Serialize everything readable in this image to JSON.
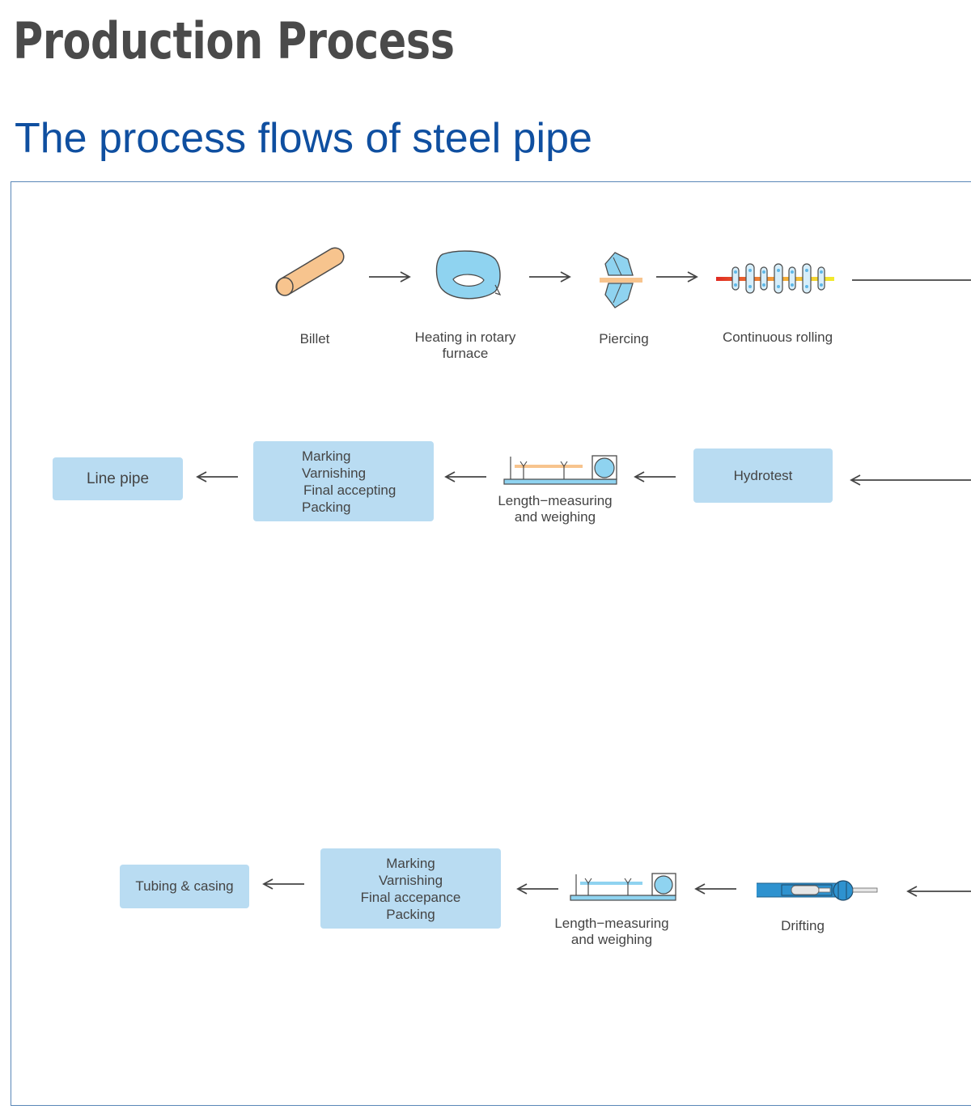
{
  "page": {
    "title": "Production Process",
    "subtitle": "The process flows of steel pipe"
  },
  "row1": {
    "billet": "Billet",
    "heating_line1": "Heating in rotary",
    "heating_line2": "furnace",
    "piercing": "Piercing",
    "continuous_rolling": "Continuous rolling"
  },
  "row2": {
    "hydrotest": "Hydrotest",
    "length_line1": "Length−measuring",
    "length_line2": "and weighing",
    "finishing": [
      "Marking",
      "Varnishing",
      "Final accepting",
      "Packing"
    ],
    "line_pipe": "Line pipe"
  },
  "row3": {
    "drifting": "Drifting",
    "length_line1": "Length−measuring",
    "length_line2": "and weighing",
    "finishing": [
      "Marking",
      "Varnishing",
      "Final accepance",
      "Packing"
    ],
    "tubing_casing": "Tubing & casing"
  },
  "colors": {
    "title": "#4a4a4a",
    "subtitle": "#0f4fa0",
    "box_fill": "#b9dcf2",
    "icon_blue": "#8fd3f0",
    "icon_orange": "#f7c48e",
    "frame": "#5a87b8"
  },
  "icons": [
    "billet-icon",
    "rotary-furnace-icon",
    "piercing-mill-icon",
    "continuous-rolling-icon",
    "length-measuring-icon",
    "drifting-icon"
  ]
}
